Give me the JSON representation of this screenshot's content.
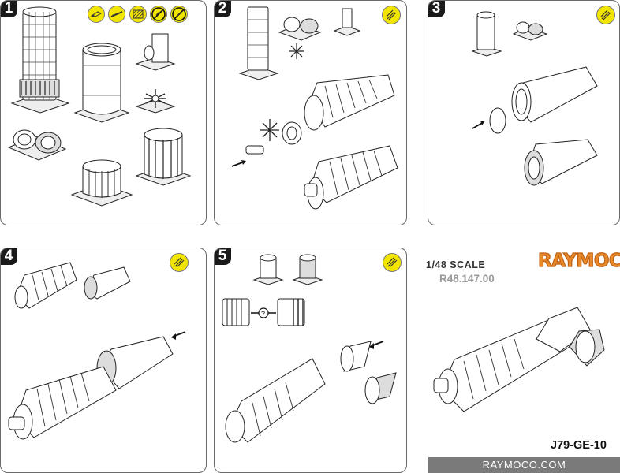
{
  "steps": [
    {
      "number": "1"
    },
    {
      "number": "2"
    },
    {
      "number": "3"
    },
    {
      "number": "4"
    },
    {
      "number": "5"
    }
  ],
  "legend_icons": [
    "cut-icon",
    "file-icon",
    "sand-icon",
    "no-glue-icon",
    "no-paint-icon"
  ],
  "glue_icon": "glue-icon",
  "product": {
    "scale": "1/48 SCALE",
    "code": "R48.147.00",
    "brand": "RAYMOCO",
    "model": "J79-GE-10",
    "website": "RAYMOCO.COM"
  }
}
